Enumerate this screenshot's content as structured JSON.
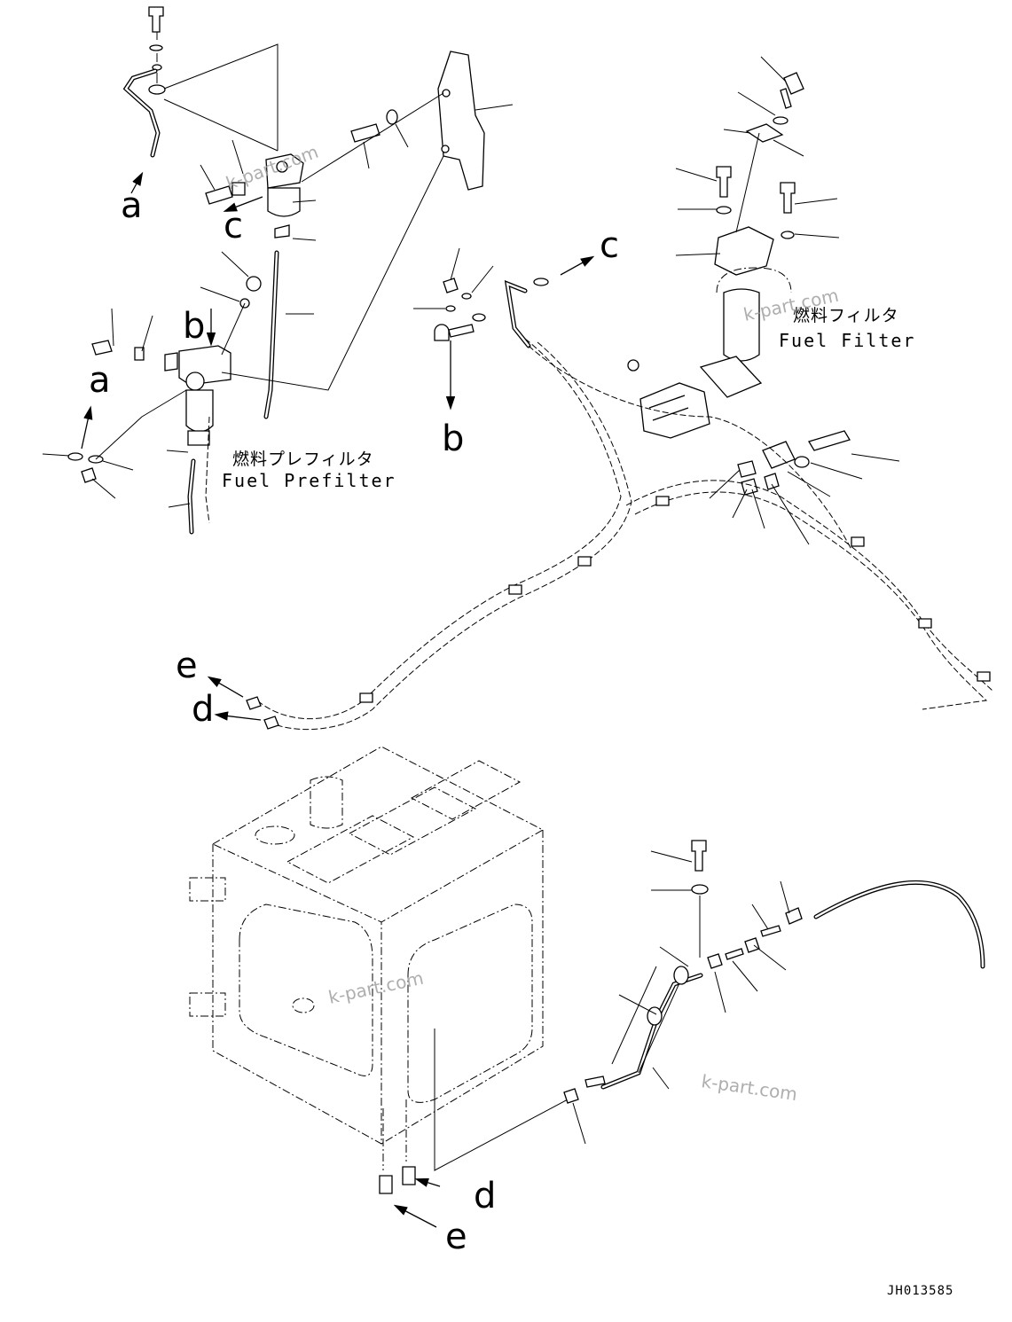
{
  "labels": {
    "prefilter_jp": "燃料プレフィルタ",
    "prefilter_en": "Fuel Prefilter",
    "filter_jp": "燃料フィルタ",
    "filter_en": "Fuel Filter"
  },
  "letters": {
    "a": "a",
    "b": "b",
    "c": "c",
    "d": "d",
    "e": "e"
  },
  "watermark": "k-part.com",
  "drawing_code": "JH013585"
}
